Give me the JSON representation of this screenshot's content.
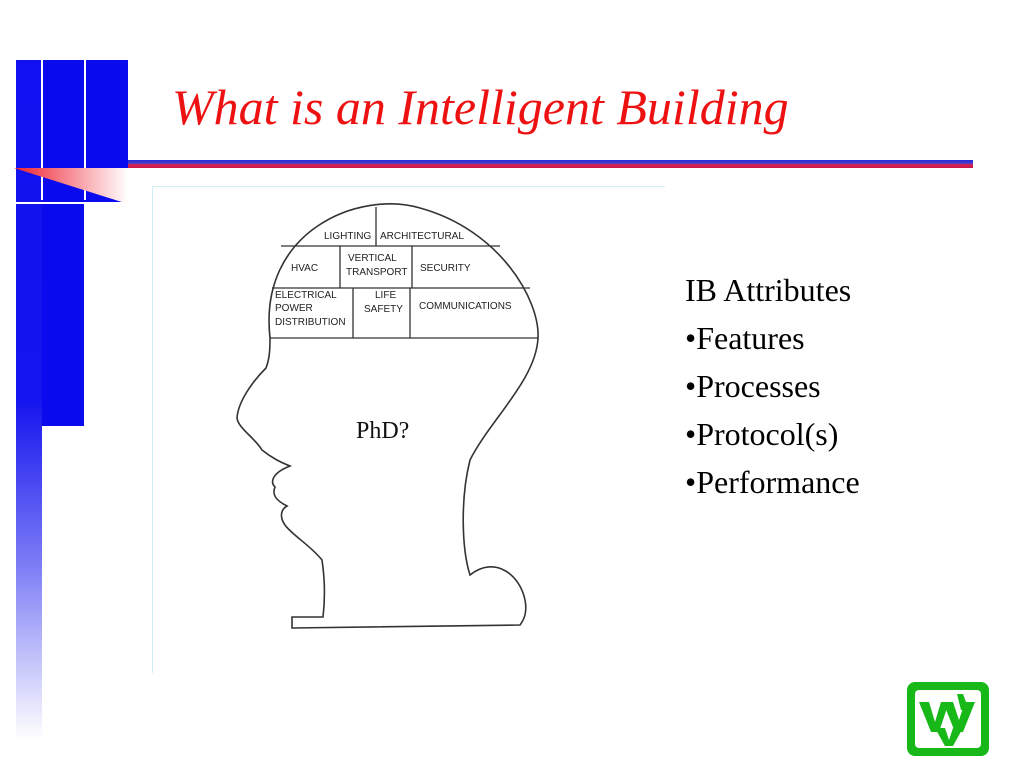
{
  "slide": {
    "title": "What is an Intelligent Building"
  },
  "figure": {
    "regions": {
      "lighting": "LIGHTING",
      "architectural": "ARCHITECTURAL",
      "hvac": "HVAC",
      "vertical_transport_1": "VERTICAL",
      "vertical_transport_2": "TRANSPORT",
      "security": "SECURITY",
      "electrical_1": "ELECTRICAL",
      "electrical_2": "POWER",
      "electrical_3": "DISTRIBUTION",
      "life_safety_1": "LIFE",
      "life_safety_2": "SAFETY",
      "communications": "COMMUNICATIONS"
    },
    "caption": "PhD?"
  },
  "attributes": {
    "heading": "IB Attributes",
    "items": [
      "•Features",
      "•Processes",
      "•Protocol(s)",
      "•Performance"
    ]
  },
  "colors": {
    "title": "#ee1111",
    "bar_blue": "#0a0aef",
    "logo_green": "#18b818"
  },
  "logo": {
    "icon": "wva-logo"
  }
}
